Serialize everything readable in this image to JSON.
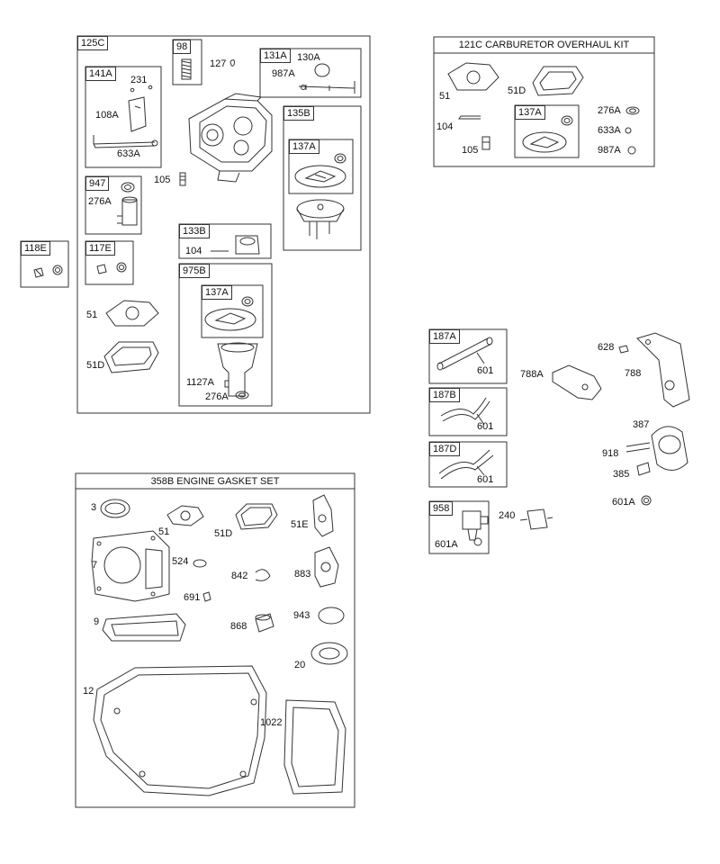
{
  "groups": {
    "g125C": "125C",
    "g141A": "141A",
    "g98": "98",
    "g131A": "131A",
    "g135B": "135B",
    "g137A_1": "137A",
    "g947": "947",
    "g118E": "118E",
    "g117E": "117E",
    "g133B": "133B",
    "g975B": "975B",
    "g137A_2": "137A",
    "g137A_3": "137A",
    "g187A": "187A",
    "g187B": "187B",
    "g187D": "187D",
    "g958": "958"
  },
  "kits": {
    "carb_title": "121C CARBURETOR OVERHAUL KIT",
    "gasket_title": "358B ENGINE GASKET SET"
  },
  "parts": {
    "p231": "231",
    "p108A": "108A",
    "p633A_1": "633A",
    "p127": "127",
    "p130A": "130A",
    "p987A_1": "987A",
    "p276A_1": "276A",
    "p105_1": "105",
    "p104_1": "104",
    "p51_1": "51",
    "p51D_1": "51D",
    "p1127A": "1127A",
    "p276A_2": "276A",
    "p51_2": "51",
    "p51D_2": "51D",
    "p104_2": "104",
    "p105_2": "105",
    "p276A_3": "276A",
    "p633A_2": "633A",
    "p987A_2": "987A",
    "p601_1": "601",
    "p601_2": "601",
    "p601_3": "601",
    "p601A_1": "601A",
    "p240": "240",
    "p788A": "788A",
    "p628": "628",
    "p788": "788",
    "p387": "387",
    "p918": "918",
    "p385": "385",
    "p601A_2": "601A",
    "p3": "3",
    "p51_3": "51",
    "p51D_3": "51D",
    "p51E": "51E",
    "p7": "7",
    "p524": "524",
    "p842": "842",
    "p883": "883",
    "p691": "691",
    "p9": "9",
    "p868": "868",
    "p943": "943",
    "p20": "20",
    "p12": "12",
    "p1022": "1022"
  }
}
